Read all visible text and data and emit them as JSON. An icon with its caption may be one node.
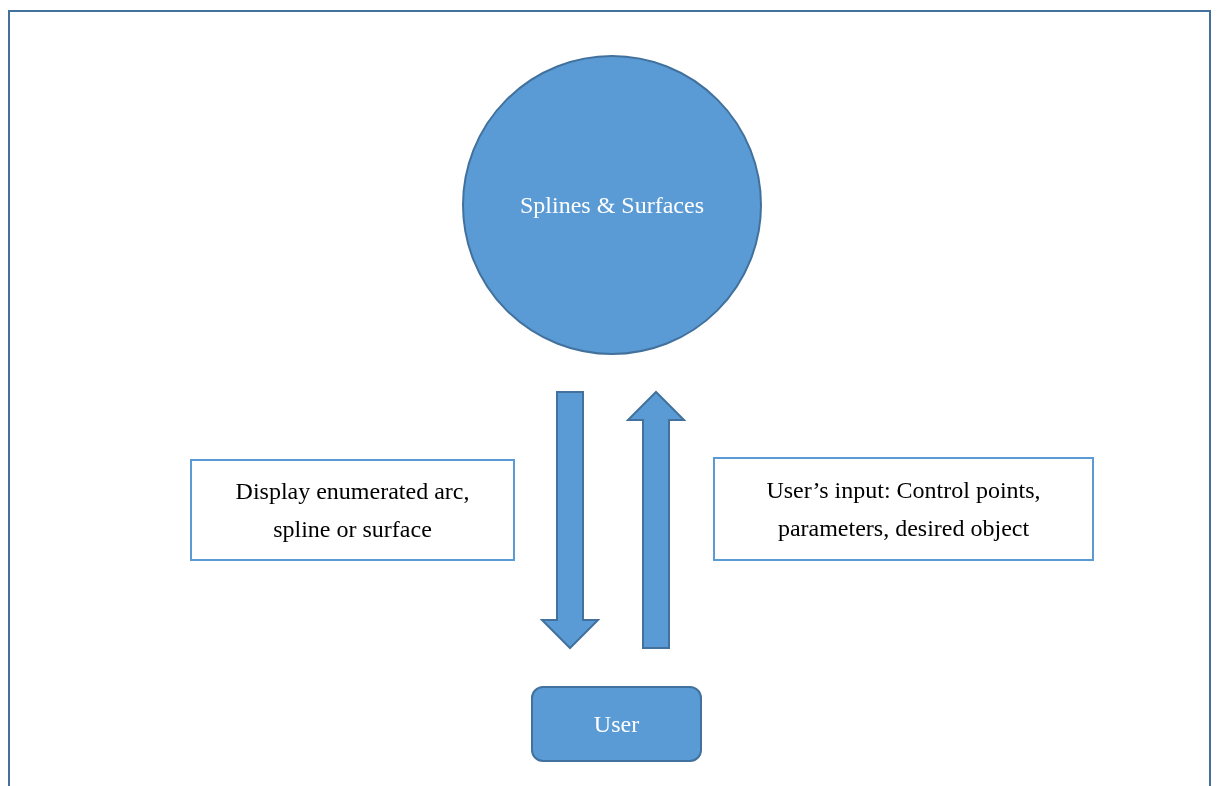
{
  "diagram": {
    "nodes": [
      {
        "text": [
          "Splines & Surfaces"
        ]
      },
      {
        "text": [
          "Display enumerated arc, spline or surface"
        ]
      },
      {
        "text": [
          "User’s input: Control points, parameters, desired object"
        ]
      },
      {
        "text": [
          "User"
        ]
      }
    ],
    "edges": [
      {
        "from": 0,
        "to": 3,
        "arrow": "to"
      },
      {
        "from": 3,
        "to": 0,
        "arrow": "to"
      }
    ]
  }
}
